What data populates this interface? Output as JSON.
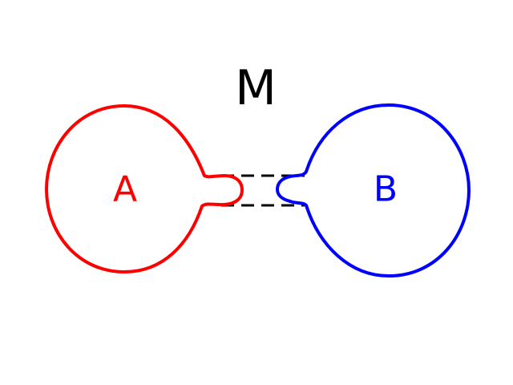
{
  "diagram": {
    "title": "M",
    "regions": [
      {
        "label": "A",
        "color": "#ff0000"
      },
      {
        "label": "B",
        "color": "#0000ff"
      }
    ],
    "title_color": "#000000",
    "connector_color": "#000000",
    "connector_style": "dashed"
  }
}
